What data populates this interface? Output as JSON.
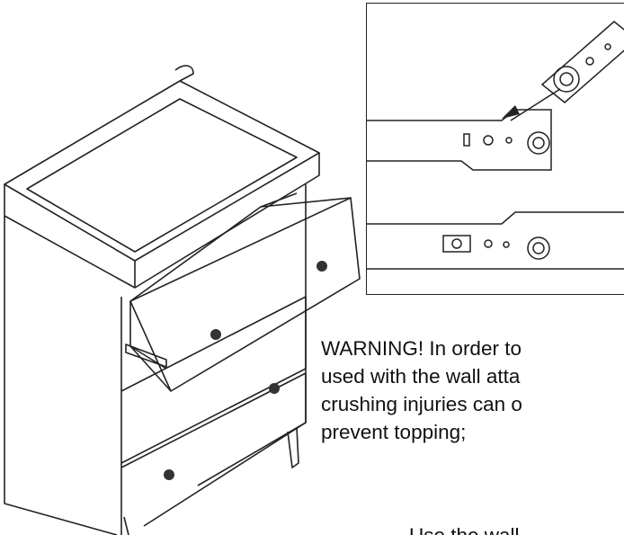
{
  "warning": {
    "line1": "WARNING! In order to",
    "line2": "used with the wall atta",
    "line3": "crushing injuries can o",
    "line4": "prevent topping;"
  },
  "next_line": "Use the wall"
}
